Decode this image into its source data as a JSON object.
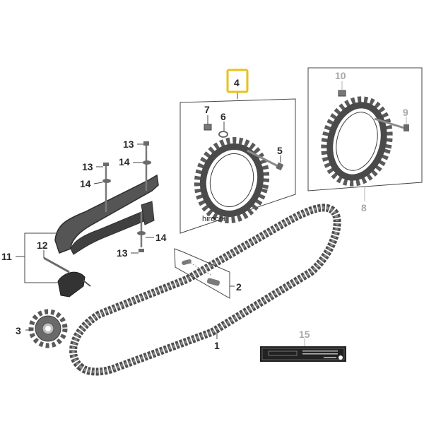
{
  "colors": {
    "callout": "#2a2a2a",
    "callout_muted": "#a8a8a8",
    "line": "#444444",
    "line_muted": "#b0b0b0",
    "part": "#5a5a5a",
    "part_dark": "#3a3a3a",
    "highlight_box": "#e8c21c"
  },
  "callouts": {
    "c1": "1",
    "c2": "2",
    "c3": "3",
    "c4": "4",
    "c5": "5",
    "c6": "6",
    "c7": "7",
    "c8": "8",
    "c9": "9",
    "c10": "10",
    "c11": "11",
    "c12": "12",
    "c13a": "13",
    "c13b": "13",
    "c13c": "13",
    "c14a": "14",
    "c14b": "14",
    "c14c": "14",
    "c15": "15"
  },
  "watermark": "hirochi",
  "highlighted_callout": "4"
}
